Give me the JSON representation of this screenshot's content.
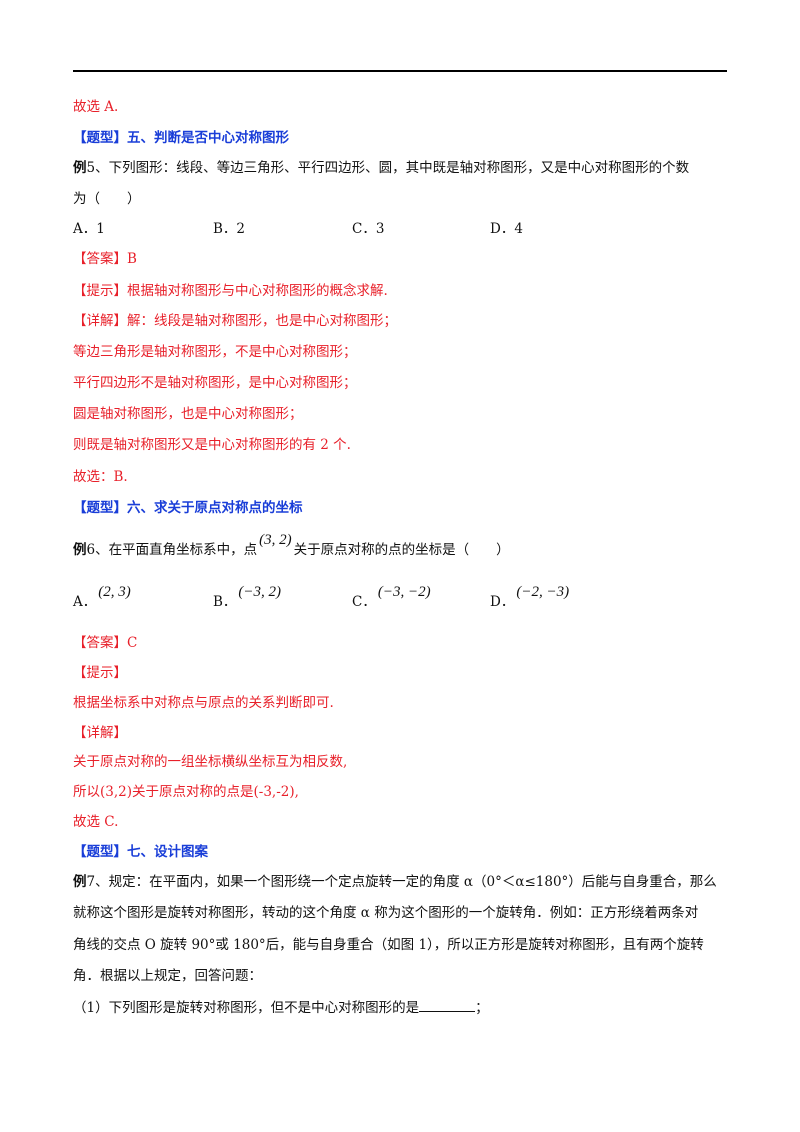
{
  "lines": {
    "l1": "故选 A.",
    "q5_heading": "【题型】五、判断是否中心对称图形",
    "q5_label": "例",
    "q5_text1": "5、下列图形：线段、等边三角形、平行四边形、圆，其中既是轴对称图形，又是中心对称图形的个数",
    "q5_text2": "为（　　）",
    "q5_options": [
      "A．1",
      "B．2",
      "C．3",
      "D．4"
    ],
    "q5_answer": "【答案】B",
    "q5_hint": "【提示】根据轴对称图形与中心对称图形的概念求解.",
    "q5_detail1": "【详解】解：线段是轴对称图形，也是中心对称图形；",
    "q5_detail2": "等边三角形是轴对称图形，不是中心对称图形；",
    "q5_detail3": "平行四边形不是轴对称图形，是中心对称图形；",
    "q5_detail4": "圆是轴对称图形，也是中心对称图形；",
    "q5_detail5": "则既是轴对称图形又是中心对称图形的有 2 个.",
    "q5_conclusion": "故选：B.",
    "q6_heading": "【题型】六、求关于原点对称点的坐标",
    "q6_label": "例",
    "q6_text_a": "6、在平面直角坐标系中，点",
    "q6_point": "(3, 2)",
    "q6_text_b": "关于原点对称的点的坐标是（　　）",
    "q6_options": [
      {
        "letter": "A．",
        "value": "(2, 3)"
      },
      {
        "letter": "B．",
        "value": "(−3, 2)"
      },
      {
        "letter": "C．",
        "value": "(−3, −2)"
      },
      {
        "letter": "D．",
        "value": "(−2, −3)"
      }
    ],
    "q6_answer": "【答案】C",
    "q6_hint_title": "【提示】",
    "q6_hint": "根据坐标系中对称点与原点的关系判断即可.",
    "q6_detail_title": "【详解】",
    "q6_detail1": "关于原点对称的一组坐标横纵坐标互为相反数,",
    "q6_detail2": "所以(3,2)关于原点对称的点是(-3,-2),",
    "q6_conclusion": "故选 C.",
    "q7_heading": "【题型】七、设计图案",
    "q7_label": "例",
    "q7_text1": "7、规定：在平面内，如果一个图形绕一个定点旋转一定的角度 α（0°＜α≤180°）后能与自身重合，那么",
    "q7_text2": "就称这个图形是旋转对称图形，转动的这个角度 α 称为这个图形的一个旋转角．例如：正方形绕着两条对",
    "q7_text3": "角线的交点 O 旋转 90°或 180°后，能与自身重合（如图 1），所以正方形是旋转对称图形，且有两个旋转",
    "q7_text4": "角．根据以上规定，回答问题：",
    "q7_sub1": "（1）下列图形是旋转对称图形，但不是中心对称图形的是",
    "q7_sub1_end": "；"
  }
}
